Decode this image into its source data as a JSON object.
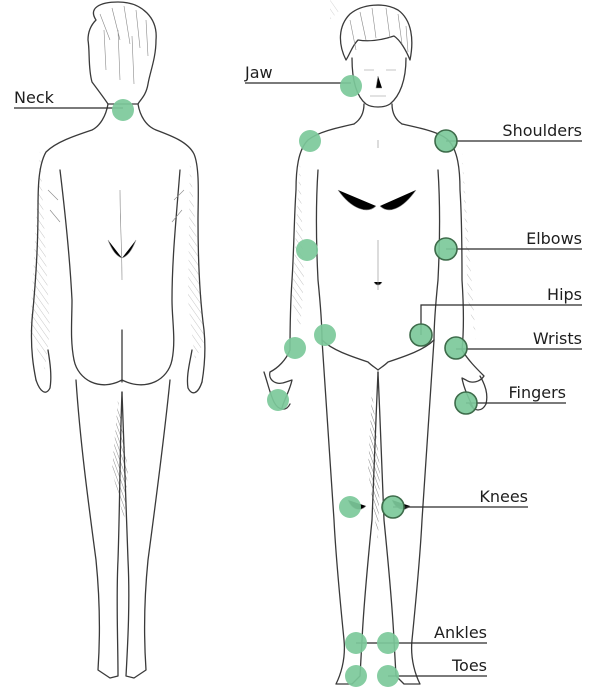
{
  "labels": {
    "neck": "Neck",
    "jaw": "Jaw",
    "shoulders": "Shoulders",
    "elbows": "Elbows",
    "hips": "Hips",
    "wrists": "Wrists",
    "fingers": "Fingers",
    "knees": "Knees",
    "ankles": "Ankles",
    "toes": "Toes"
  },
  "colors": {
    "spot": "#7cc99a",
    "spot_ring": "#3d6b4a",
    "line": "#2a2a2a"
  }
}
